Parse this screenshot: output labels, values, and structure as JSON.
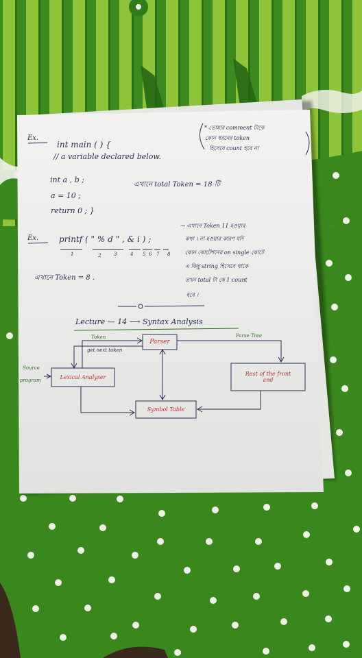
{
  "colors": {
    "cloth_green": "#3c8a1f",
    "cloth_stripe_light": "#8fc33a",
    "cloth_stripe_dark": "#2b6f16",
    "paper": "#f7f7f5",
    "ink_blue": "#2a2f55",
    "ink_red": "#b5322b",
    "ink_green": "#2f6b22"
  },
  "note": {
    "example_1": {
      "label": "Ex.",
      "code_lines": [
        "int main ( ) {",
        "// a variable declared below.",
        "int a , b ;",
        "a = 10 ;",
        "return 0 ; }"
      ],
      "side_note_lines": [
        "* তোমার comment টাকে",
        "কোন ধরনের token",
        "হিসেবে count হবে না"
      ],
      "total": "এখানে total Token = 18 টি"
    },
    "example_2": {
      "label": "Ex.",
      "statement": "printf ( \" % d \" , & i ) ;",
      "token_numbers": [
        "1",
        "2",
        "3",
        "4",
        "5",
        "6",
        "7",
        "8"
      ],
      "note_lines": [
        "→ এখানে Token 11 হওয়ার",
        "কথা । না হওয়ার কারণ যদি",
        "কোন কোটেশনের on single কোটে",
        "এ কিছু string হিসেবে থাকে",
        "তখন total টা কে 1 count",
        "হবে ।"
      ],
      "total": "এখানে Token = 8 ."
    },
    "divider_mark": "o",
    "lecture_title": "Lecture — 14 ⟶ Syntax Analysis",
    "diagram": {
      "source_label_lines": [
        "Source",
        "program"
      ],
      "lexical_analyser": "Lexical Analyser",
      "parser": "Parser",
      "rest_of_front_end_lines": [
        "Rest of the front",
        "end"
      ],
      "symbol_table": "Symbol Table",
      "token_label": "Token",
      "get_next_token_label": "get next token",
      "parse_tree_label": "Parse Tree"
    }
  }
}
